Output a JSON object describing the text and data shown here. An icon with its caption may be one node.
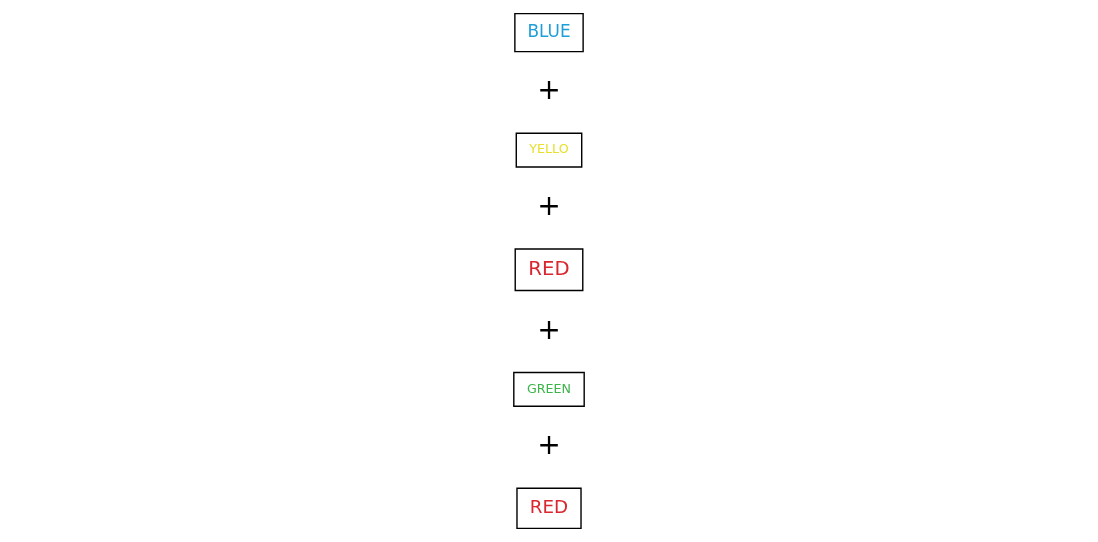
{
  "diagram": {
    "nodes": [
      {
        "text": [
          "RED"
        ]
      },
      {
        "text": [
          "GREEN"
        ]
      },
      {
        "text": [
          "RED"
        ]
      },
      {
        "text": [
          "YELLO"
        ]
      },
      {
        "text": [
          "BLUE"
        ]
      }
    ],
    "labels": [
      "+",
      "+",
      "+",
      "+"
    ]
  }
}
